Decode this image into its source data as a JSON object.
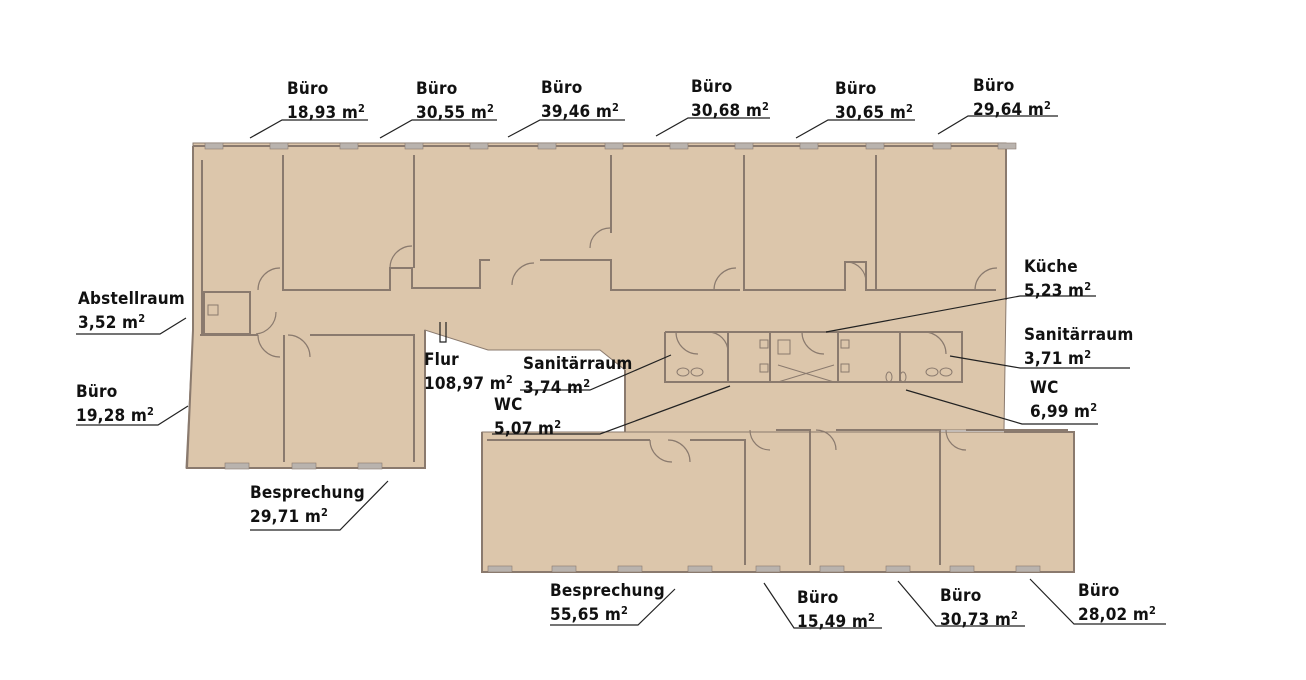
{
  "plan": {
    "colors": {
      "floor": "#dcc6ab",
      "wall": "#8a7a6e",
      "line": "#222222",
      "window": "#b9b3ae"
    },
    "unit": "m²",
    "rooms": [
      {
        "id": "buero-1",
        "name": "Büro",
        "area": "18,93 m²"
      },
      {
        "id": "buero-2",
        "name": "Büro",
        "area": "30,55 m²"
      },
      {
        "id": "buero-3",
        "name": "Büro",
        "area": "39,46 m²"
      },
      {
        "id": "buero-4",
        "name": "Büro",
        "area": "30,68 m²"
      },
      {
        "id": "buero-5",
        "name": "Büro",
        "area": "30,65 m²"
      },
      {
        "id": "buero-6",
        "name": "Büro",
        "area": "29,64 m²"
      },
      {
        "id": "abstellraum",
        "name": "Abstellraum",
        "area": "3,52 m²"
      },
      {
        "id": "buero-7",
        "name": "Büro",
        "area": "19,28 m²"
      },
      {
        "id": "besprechung-1",
        "name": "Besprechung",
        "area": "29,71 m²"
      },
      {
        "id": "flur",
        "name": "Flur",
        "area": "108,97 m²"
      },
      {
        "id": "sanitaer-1",
        "name": "Sanitärraum",
        "area": "3,74 m²"
      },
      {
        "id": "wc-1",
        "name": "WC",
        "area": "5,07 m²"
      },
      {
        "id": "kueche",
        "name": "Küche",
        "area": "5,23 m²"
      },
      {
        "id": "sanitaer-2",
        "name": "Sanitärraum",
        "area": "3,71 m²"
      },
      {
        "id": "wc-2",
        "name": "WC",
        "area": "6,99 m²"
      },
      {
        "id": "besprechung-2",
        "name": "Besprechung",
        "area": "55,65 m²"
      },
      {
        "id": "buero-8",
        "name": "Büro",
        "area": "15,49 m²"
      },
      {
        "id": "buero-9",
        "name": "Büro",
        "area": "30,73 m²"
      },
      {
        "id": "buero-10",
        "name": "Büro",
        "area": "28,02 m²"
      }
    ]
  }
}
